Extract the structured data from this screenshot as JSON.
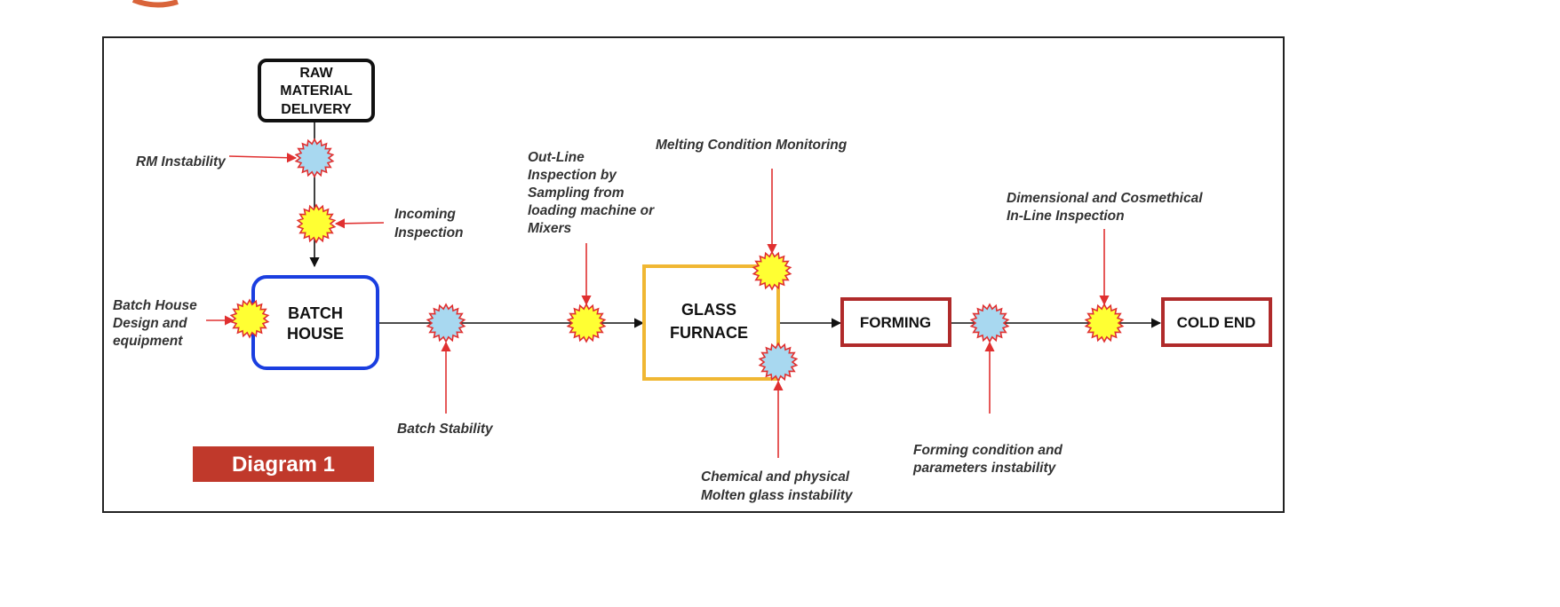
{
  "diagram": {
    "boxes": {
      "raw_material": [
        "RAW",
        "MATERIAL",
        "DELIVERY"
      ],
      "batch_house": [
        "BATCH",
        "HOUSE"
      ],
      "glass_furnace": [
        "GLASS",
        "FURNACE"
      ],
      "forming": [
        "FORMING"
      ],
      "cold_end": [
        "COLD END"
      ]
    },
    "notes": {
      "rm_instability": [
        "RM Instability"
      ],
      "incoming_inspection": [
        "Incoming",
        "Inspection"
      ],
      "batch_house_design": [
        "Batch House",
        "Design and",
        "equipment"
      ],
      "batch_stability": [
        "Batch Stability"
      ],
      "outline_inspection": [
        "Out-Line",
        "Inspection by",
        "Sampling from",
        "loading machine or",
        "Mixers"
      ],
      "melting_condition": [
        "Melting Condition Monitoring"
      ],
      "chemical_physical": [
        "Chemical and physical",
        "Molten glass instability"
      ],
      "dimensional_cosmetical": [
        "Dimensional and Cosmethical",
        "In-Line Inspection"
      ],
      "forming_condition": [
        "Forming condition and",
        "parameters instability"
      ]
    },
    "badge": "Diagram 1"
  },
  "colors": {
    "inspection_point": "#ffff33",
    "instability_point": "#a8d8f0",
    "starburst_outline": "#e03030",
    "arrow_red": "#e03030",
    "batch_house_border": "#1a3ee0",
    "furnace_border": "#f0b733",
    "forming_border": "#b02a2a",
    "badge_bg": "#c0392b"
  },
  "icons": {
    "inspection_point": "yellow-starburst-icon",
    "instability_point": "blue-starburst-icon"
  }
}
